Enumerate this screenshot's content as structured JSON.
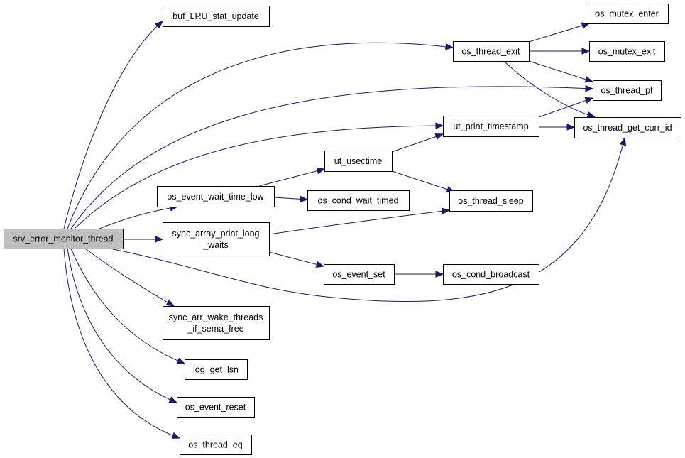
{
  "colors": {
    "edge": "#191970",
    "node_fill": "#ffffff",
    "root_fill": "#bfbfbf",
    "node_stroke": "#000000"
  },
  "nodes": [
    {
      "id": "srv_error_monitor_thread",
      "lines": [
        "srv_error_monitor_thread"
      ],
      "root": true
    },
    {
      "id": "buf_LRU_stat_update",
      "lines": [
        "buf_LRU_stat_update"
      ]
    },
    {
      "id": "os_thread_exit",
      "lines": [
        "os_thread_exit"
      ]
    },
    {
      "id": "os_mutex_enter",
      "lines": [
        "os_mutex_enter"
      ]
    },
    {
      "id": "os_mutex_exit",
      "lines": [
        "os_mutex_exit"
      ]
    },
    {
      "id": "os_thread_pf",
      "lines": [
        "os_thread_pf"
      ]
    },
    {
      "id": "ut_print_timestamp",
      "lines": [
        "ut_print_timestamp"
      ]
    },
    {
      "id": "os_thread_get_curr_id",
      "lines": [
        "os_thread_get_curr_id"
      ]
    },
    {
      "id": "ut_usectime",
      "lines": [
        "ut_usectime"
      ]
    },
    {
      "id": "os_event_wait_time_low",
      "lines": [
        "os_event_wait_time_low"
      ]
    },
    {
      "id": "os_cond_wait_timed",
      "lines": [
        "os_cond_wait_timed"
      ]
    },
    {
      "id": "os_thread_sleep",
      "lines": [
        "os_thread_sleep"
      ]
    },
    {
      "id": "sync_array_print_long_waits",
      "lines": [
        "sync_array_print_long",
        "_waits"
      ]
    },
    {
      "id": "os_event_set",
      "lines": [
        "os_event_set"
      ]
    },
    {
      "id": "os_cond_broadcast",
      "lines": [
        "os_cond_broadcast"
      ]
    },
    {
      "id": "sync_arr_wake_threads_if_sema_free",
      "lines": [
        "sync_arr_wake_threads",
        "_if_sema_free"
      ]
    },
    {
      "id": "log_get_lsn",
      "lines": [
        "log_get_lsn"
      ]
    },
    {
      "id": "os_event_reset",
      "lines": [
        "os_event_reset"
      ]
    },
    {
      "id": "os_thread_eq",
      "lines": [
        "os_thread_eq"
      ]
    }
  ],
  "edges": [
    [
      "srv_error_monitor_thread",
      "buf_LRU_stat_update"
    ],
    [
      "srv_error_monitor_thread",
      "os_thread_exit"
    ],
    [
      "srv_error_monitor_thread",
      "os_thread_pf"
    ],
    [
      "srv_error_monitor_thread",
      "ut_print_timestamp"
    ],
    [
      "srv_error_monitor_thread",
      "os_event_wait_time_low"
    ],
    [
      "srv_error_monitor_thread",
      "sync_array_print_long_waits"
    ],
    [
      "srv_error_monitor_thread",
      "os_thread_get_curr_id"
    ],
    [
      "srv_error_monitor_thread",
      "sync_arr_wake_threads_if_sema_free"
    ],
    [
      "srv_error_monitor_thread",
      "log_get_lsn"
    ],
    [
      "srv_error_monitor_thread",
      "os_event_reset"
    ],
    [
      "srv_error_monitor_thread",
      "os_thread_eq"
    ],
    [
      "os_thread_exit",
      "os_mutex_enter"
    ],
    [
      "os_thread_exit",
      "os_mutex_exit"
    ],
    [
      "os_thread_exit",
      "os_thread_pf"
    ],
    [
      "os_thread_exit",
      "os_thread_get_curr_id"
    ],
    [
      "ut_print_timestamp",
      "os_thread_pf"
    ],
    [
      "ut_print_timestamp",
      "os_thread_get_curr_id"
    ],
    [
      "os_event_wait_time_low",
      "ut_usectime"
    ],
    [
      "os_event_wait_time_low",
      "os_cond_wait_timed"
    ],
    [
      "ut_usectime",
      "ut_print_timestamp"
    ],
    [
      "ut_usectime",
      "os_thread_sleep"
    ],
    [
      "sync_array_print_long_waits",
      "os_thread_sleep"
    ],
    [
      "sync_array_print_long_waits",
      "os_event_set"
    ],
    [
      "os_event_set",
      "os_cond_broadcast"
    ]
  ]
}
